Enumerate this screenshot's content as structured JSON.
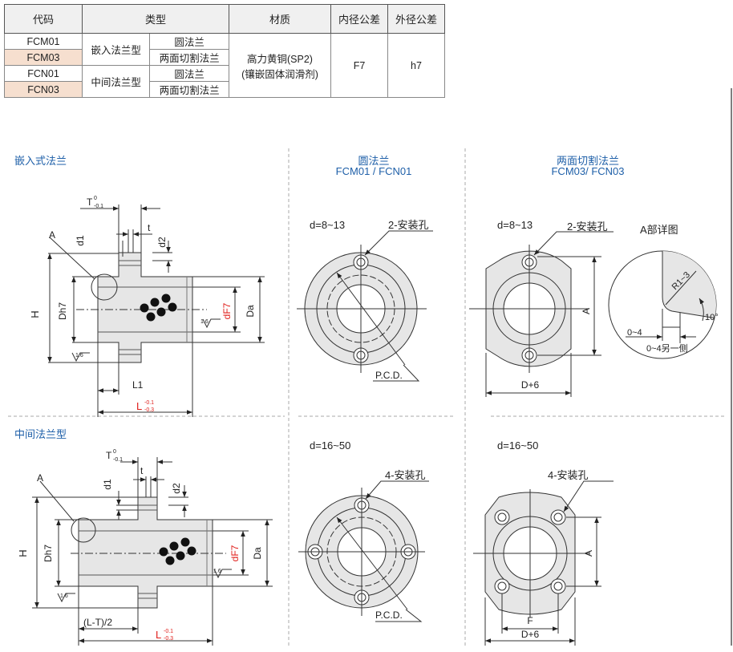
{
  "table": {
    "headers": {
      "code": "代码",
      "type": "类型",
      "material": "材质",
      "inner_tol": "内径公差",
      "outer_tol": "外径公差"
    },
    "rows": [
      {
        "code": "FCM01",
        "type_group": "嵌入法兰型",
        "subtype": "圆法兰"
      },
      {
        "code": "FCM03",
        "subtype": "两面切割法兰"
      },
      {
        "code": "FCN01",
        "type_group": "中间法兰型",
        "subtype": "圆法兰"
      },
      {
        "code": "FCN03",
        "subtype": "两面切割法兰"
      }
    ],
    "material_line1": "高力黄铜(SP2)",
    "material_line2": "(镶嵌固体润滑剂)",
    "inner_tol": "F7",
    "outer_tol": "h7"
  },
  "sections": {
    "embedded": "嵌入式法兰",
    "middle": "中间法兰型",
    "round_title": "圆法兰",
    "round_codes": "FCM01 / FCN01",
    "cut_title": "两面切割法兰",
    "cut_codes": "FCM03/ FCN03",
    "detail": "A部详图"
  },
  "labels": {
    "d_small": "d=8~13",
    "d_large": "d=16~50",
    "holes2": "2-安装孔",
    "holes4": "4-安装孔",
    "pcd": "P.C.D.",
    "A": "A",
    "H": "H",
    "Dh7": "Dh7",
    "dF7": "dF7",
    "Da": "Da",
    "d1": "d1",
    "d2": "d2",
    "t": "t",
    "T": "T",
    "T_tol_up": "0",
    "T_tol_low": "-0.1",
    "L": "L",
    "L_tol_up": "-0.1",
    "L_tol_low": "-0.3",
    "L1": "L1",
    "LT": "(L-T)/2",
    "rough": "1.6",
    "D6": "D+6",
    "F": "F",
    "R": "R1~3",
    "deg": "10°",
    "zero4": "0~4",
    "zero4side": "0~4另一侧"
  },
  "colors": {
    "red": "#e0201c",
    "blue": "#1e5fa8",
    "fill": "#e6e6e6",
    "shade": "#f6dfcf"
  }
}
